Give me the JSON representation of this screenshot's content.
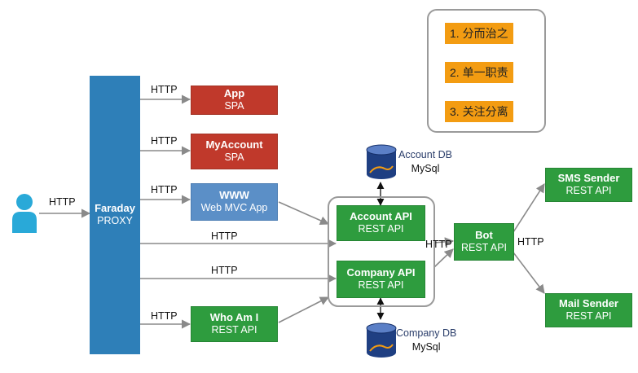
{
  "legend": [
    "1. 分而治之",
    "2. 单一职责",
    "3. 关注分离"
  ],
  "proxy": {
    "title": "Faraday",
    "subtitle": "PROXY"
  },
  "protocol": "HTTP",
  "apps": {
    "app": {
      "title": "App",
      "subtitle": "SPA"
    },
    "myaccount": {
      "title": "MyAccount",
      "subtitle": "SPA"
    },
    "www": {
      "title": "WWW",
      "subtitle": "Web MVC App"
    },
    "whoami": {
      "title": "Who Am I",
      "subtitle": "REST API"
    }
  },
  "services": {
    "account_api": {
      "title": "Account API",
      "subtitle": "REST API"
    },
    "company_api": {
      "title": "Company API",
      "subtitle": "REST API"
    },
    "bot": {
      "title": "Bot",
      "subtitle": "REST API"
    },
    "sms_sender": {
      "title": "SMS Sender",
      "subtitle": "REST API"
    },
    "mail_sender": {
      "title": "Mail Sender",
      "subtitle": "REST API"
    }
  },
  "databases": {
    "account_db": {
      "name": "Account DB",
      "engine": "MySql"
    },
    "company_db": {
      "name": "Company DB",
      "engine": "MySql"
    }
  },
  "colors": {
    "red": "#c0392b",
    "blue": "#5b8fc7",
    "green": "#2e9c3e",
    "proxy": "#2e7fb8",
    "legend": "#f39c12",
    "user": "#29a9d8"
  }
}
